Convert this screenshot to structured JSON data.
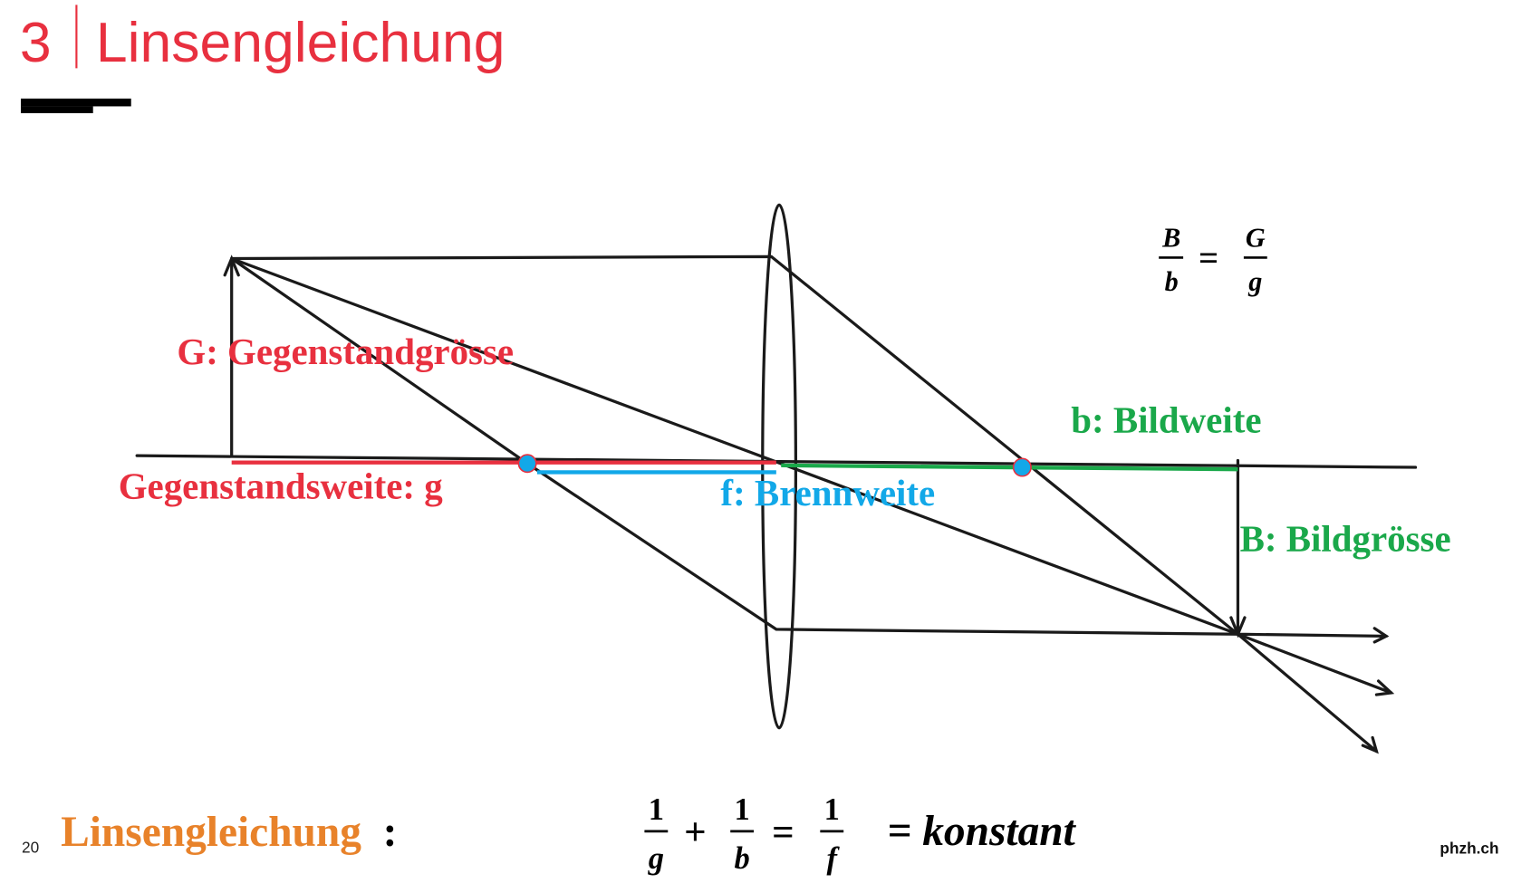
{
  "header": {
    "chapter_number": "3",
    "title": "Linsengleichung"
  },
  "labels": {
    "object_size": "G: Gegenstandgrösse",
    "object_distance": "Gegenstandsweite: g",
    "focal_length": "f: Brennweite",
    "image_distance": "b: Bildweite",
    "image_size": "B: Bildgrösse"
  },
  "ratio_formula": {
    "B": "B",
    "b": "b",
    "G": "G",
    "g": "g",
    "eq": "="
  },
  "footer": {
    "page_number": "20",
    "equation_label": "Linsengleichung",
    "colon": ":",
    "one": "1",
    "g": "g",
    "b": "b",
    "f": "f",
    "plus": "+",
    "eq": "=",
    "constant": "= konstant",
    "brand": "phzh.ch"
  },
  "colors": {
    "red": "#e8303f",
    "orange": "#e8822a",
    "green": "#1aa84a",
    "blue": "#12a8e8"
  }
}
